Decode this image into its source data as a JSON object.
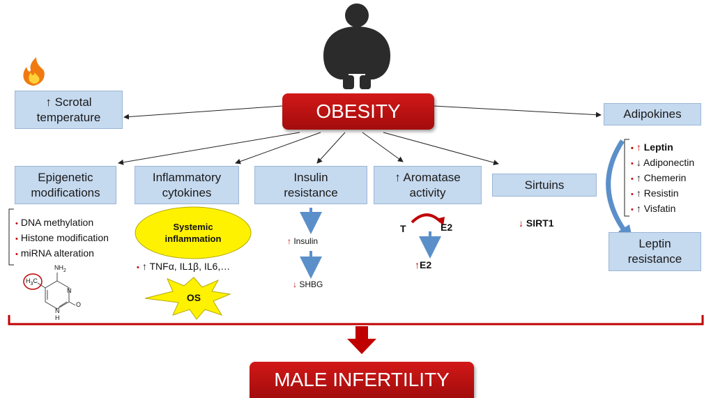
{
  "center": {
    "label": "OBESITY"
  },
  "outcome": {
    "label": "MALE INFERTILITY"
  },
  "scrotal": {
    "arrow": "↑",
    "line1": "Scrotal",
    "line2": "temperature"
  },
  "adipokines": {
    "label": "Adipokines",
    "items": [
      {
        "arrow": "↑",
        "name": "Leptin"
      },
      {
        "arrow": "↓",
        "name": "Adiponectin"
      },
      {
        "arrow": "↑",
        "name": "Chemerin"
      },
      {
        "arrow": "↑",
        "name": "Resistin"
      },
      {
        "arrow": "↑",
        "name": "Visfatin"
      }
    ],
    "resistance_line1": "Leptin",
    "resistance_line2": "resistance"
  },
  "epigenetic": {
    "line1": "Epigenetic",
    "line2": "modifications",
    "items": [
      "DNA methylation",
      "Histone modification",
      "miRNA alteration"
    ],
    "molecule": {
      "nh2": "NH",
      "nh2_sub": "2",
      "h3c": "H",
      "h3c_sub": "3",
      "h3c_tail": "C",
      "n": "N",
      "nh": "N",
      "h": "H",
      "o": "O"
    }
  },
  "inflammatory": {
    "line1": "Inflammatory",
    "line2": "cytokines",
    "systemic1": "Systemic",
    "systemic2": "inflammation",
    "cytokines": "↑ TNFα, IL1β, IL6,…",
    "os": "OS"
  },
  "insulin": {
    "line1": "Insulin",
    "line2": "resistance",
    "step1_arrow": "↑",
    "step1": "Insulin",
    "step2_arrow": "↓",
    "step2": "SHBG"
  },
  "aromatase": {
    "line1": "↑ Aromatase",
    "line2": "activity",
    "t": "T",
    "e2": "E2",
    "result_arrow": "↑",
    "result": "E2"
  },
  "sirtuins": {
    "label": "Sirtuins",
    "result_arrow": "↓",
    "result": "SIRT1"
  },
  "colors": {
    "red": "#c00000",
    "box": "#c5d9ef",
    "arrow_blue": "#5b8fc9",
    "yellow": "#fff200"
  }
}
